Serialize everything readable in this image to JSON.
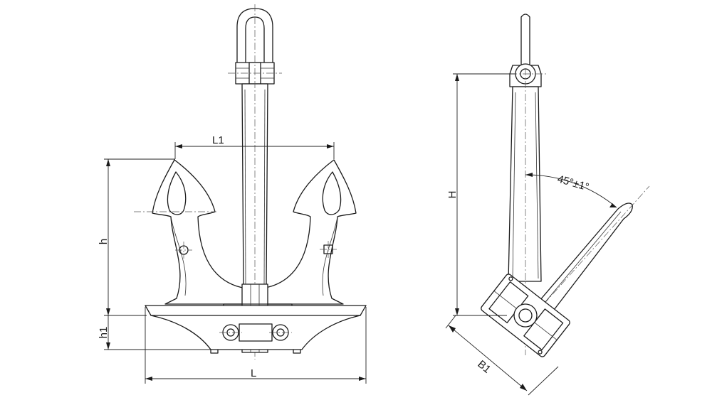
{
  "front_view": {
    "labels": {
      "top_distance": "L1",
      "fluke_height": "h",
      "base_height": "h1",
      "overall_width": "L"
    }
  },
  "side_view": {
    "labels": {
      "overall_height": "H",
      "fluke_angle": "45°±1°",
      "crown_width": "B1"
    }
  }
}
